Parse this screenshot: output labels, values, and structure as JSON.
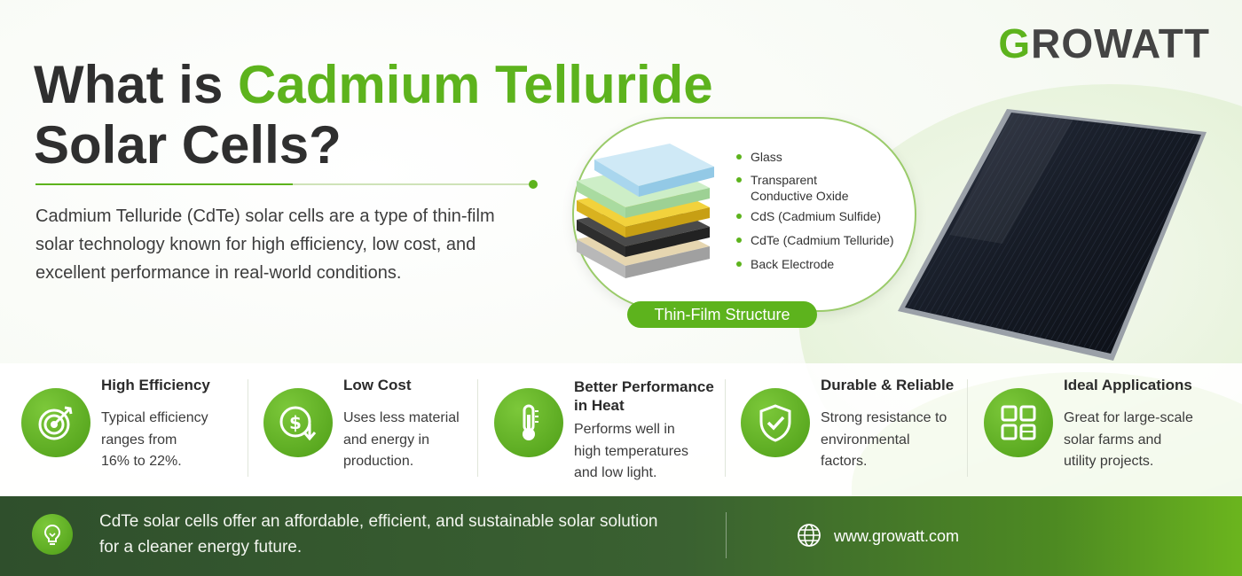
{
  "brand": {
    "logo_first": "G",
    "logo_rest": "ROWATT"
  },
  "hero": {
    "title_prefix": "What is ",
    "title_accent": "Cadmium Telluride",
    "title_suffix": "Solar Cells?",
    "intro": "Cadmium Telluride (CdTe) solar cells are a type of thin-film solar technology known for high efficiency, low cost, and excellent performance in real-world conditions."
  },
  "structure": {
    "tag": "Thin-Film Structure",
    "layers": [
      {
        "label": "Glass",
        "color": "#cfe9f6"
      },
      {
        "label_line1": "Transparent",
        "label_line2": "Conductive Oxide",
        "color": "#cdeec7"
      },
      {
        "label": "CdS (Cadmium Sulfide)",
        "color": "#f2d23c"
      },
      {
        "label": "CdTe (Cadmium Telluride)",
        "color": "#4a4a4a"
      },
      {
        "label": "Back Electrode",
        "color": "#e6d6b0"
      }
    ]
  },
  "features": [
    {
      "title": "High Efficiency",
      "desc": [
        "Typical efficiency",
        "ranges from",
        "16% to 22%."
      ],
      "icon": "target-icon"
    },
    {
      "title": "Low Cost",
      "desc": [
        "Uses less material",
        "and energy in",
        "production."
      ],
      "icon": "dollar-down-icon"
    },
    {
      "title_line1": "Better Performance",
      "title_line2": "in Heat",
      "desc": [
        "Performs well in",
        "high temperatures",
        "and low light."
      ],
      "icon": "thermometer-icon"
    },
    {
      "title": "Durable & Reliable",
      "desc": [
        "Strong resistance to",
        "environmental",
        "factors."
      ],
      "icon": "shield-check-icon"
    },
    {
      "title": "Ideal Applications",
      "desc": [
        "Great for large-scale",
        "solar farms and",
        "utility projects."
      ],
      "icon": "grid-panel-icon"
    }
  ],
  "footer": {
    "text_line1": "CdTe solar cells offer an affordable, efficient, and sustainable solar solution",
    "text_line2": "for a cleaner energy future.",
    "website": "www.growatt.com"
  },
  "colors": {
    "accent": "#5db31d",
    "dark_green": "#2f4f2c",
    "title_dark": "#2f2f2f"
  }
}
